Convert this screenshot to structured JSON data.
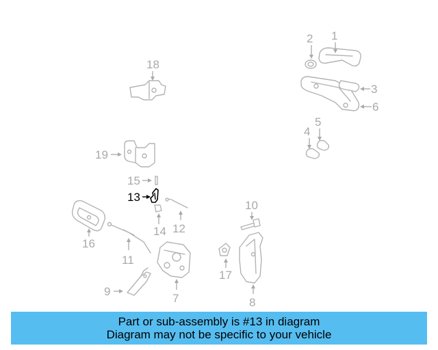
{
  "callouts": {
    "c1": "1",
    "c2": "2",
    "c3": "3",
    "c4": "4",
    "c5": "5",
    "c6": "6",
    "c7": "7",
    "c8": "8",
    "c9": "9",
    "c10": "10",
    "c11": "11",
    "c12": "12",
    "c13": "13",
    "c14": "14",
    "c15": "15",
    "c16": "16",
    "c17": "17",
    "c18": "18",
    "c19": "19"
  },
  "highlighted_part": "13",
  "colors": {
    "banner": "#56bdf0",
    "highlight": "#000000",
    "part_line": "#b3b3b3",
    "callout": "#a9a9a9"
  },
  "banner": {
    "line1": "Part or sub-assembly is #13 in diagram",
    "line2": "Diagram may not be specific to your vehicle"
  }
}
